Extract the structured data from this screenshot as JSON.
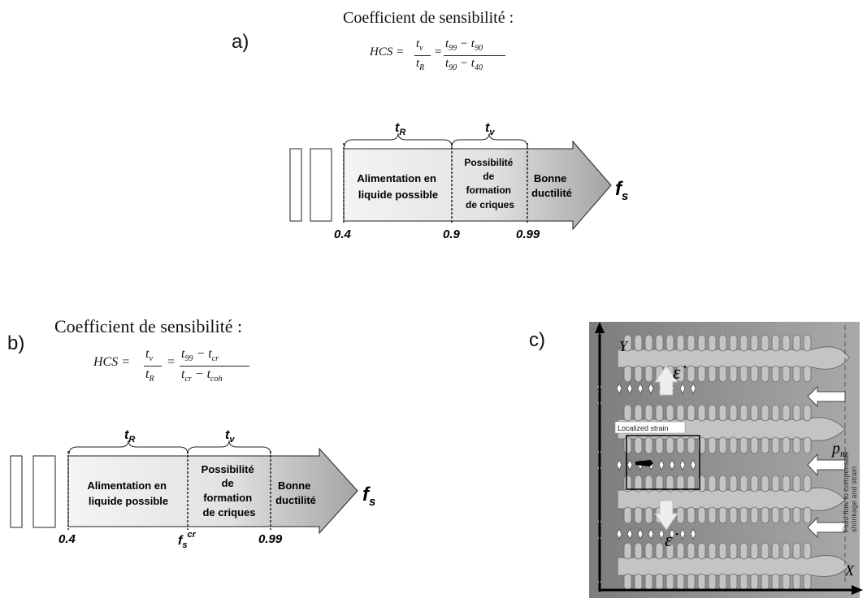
{
  "panel_a": {
    "label": "a)",
    "coef_title": "Coefficient de sensibilité :",
    "formula": {
      "lhs": "HCS =",
      "num1": "t",
      "num1_sub": "v",
      "den1": "t",
      "den1_sub": "R",
      "eq": "=",
      "num2": "t",
      "num2_sub1": "99",
      "num2_op": "−",
      "num2_t2": "t",
      "num2_sub2": "90",
      "den2": "t",
      "den2_sub1": "90",
      "den2_op": "−",
      "den2_t2": "t",
      "den2_sub2": "40"
    },
    "brace_left": "t",
    "brace_left_sub": "R",
    "brace_right": "t",
    "brace_right_sub": "v",
    "zone1": [
      "Alimentation en",
      "liquide possible"
    ],
    "zone2": [
      "Possibilité",
      "de",
      "formation",
      "de criques"
    ],
    "zone3": [
      "Bonne",
      "ductilité"
    ],
    "axis_label": "f",
    "axis_label_sub": "s",
    "ticks": [
      "0.4",
      "0.9",
      "0.99"
    ]
  },
  "panel_b": {
    "label": "b)",
    "coef_title": "Coefficient de sensibilité :",
    "formula": {
      "lhs": "HCS =",
      "num1": "t",
      "num1_sub": "v",
      "den1": "t",
      "den1_sub": "R",
      "eq": "=",
      "num2": "t",
      "num2_sub1": "99",
      "num2_op": "−",
      "num2_t2": "t",
      "num2_sub2": "cr",
      "den2": "t",
      "den2_sub1": "cr",
      "den2_op": "−",
      "den2_t2": "t",
      "den2_sub2": "coh"
    },
    "brace_left": "t",
    "brace_left_sub": "R",
    "brace_right": "t",
    "brace_right_sub": "v",
    "zone1": [
      "Alimentation en",
      "liquide possible"
    ],
    "zone2": [
      "Possibilité",
      "de",
      "formation",
      "de criques"
    ],
    "zone3": [
      "Bonne",
      "ductilité"
    ],
    "axis_label": "f",
    "axis_label_sub": "s",
    "ticks": [
      "0.4",
      "f",
      "0.99"
    ],
    "tick_mid_sub": "s",
    "tick_mid_sup": "cr"
  },
  "panel_c": {
    "label": "c)",
    "y_axis": "Y",
    "x_axis": "X",
    "strain_symbol": "ε̇",
    "pressure_symbol": "p",
    "pressure_sub": "m",
    "localized_label": "Localized strain",
    "side_text": [
      "Fluid flow to compensate",
      "shrinkage and strain"
    ]
  },
  "colors": {
    "arrow_fill_start": "#f2f2f2",
    "arrow_fill_end": "#a8a8a8",
    "dendrite": "#b9b9b9",
    "micrograph_bg": "#8f8f8f"
  }
}
